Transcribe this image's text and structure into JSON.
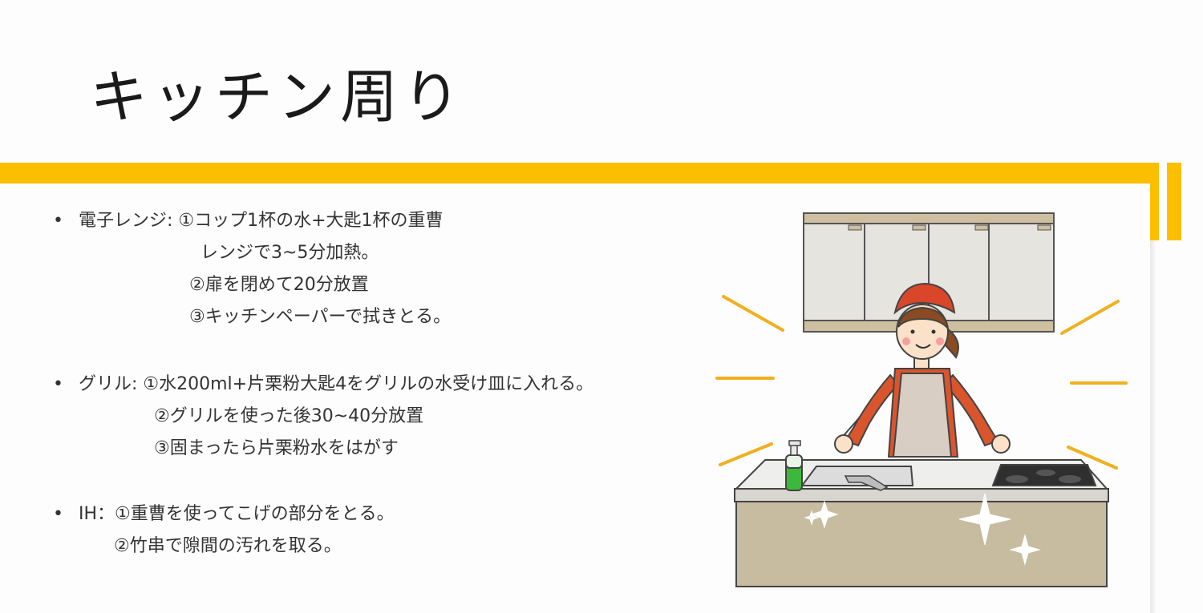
{
  "slide": {
    "title": "キッチン周り"
  },
  "sections": [
    {
      "bullet": "•",
      "lines": [
        "電子レンジ:  ①コップ1杯の水+大匙1杯の重曹",
        "レンジで3~5分加熱。",
        "②扉を閉めて20分放置",
        "③キッチンペーパーで拭きとる。"
      ]
    },
    {
      "bullet": "•",
      "lines": [
        "グリル:  ①水200ml+片栗粉大匙4をグリルの水受け皿に入れる。",
        "②グリルを使った後30~40分放置",
        "③固まったら片栗粉水をはがす"
      ]
    },
    {
      "bullet": "•",
      "lines": [
        "IH：①重曹を使ってこげの部分をとる。",
        "②竹串で隙間の汚れを取る。"
      ]
    }
  ],
  "illustration": {
    "subject": "kitchen-cleaning-illustration",
    "colors": {
      "accent": "#fbbf00",
      "counter": "#c8bca0",
      "cabinet": "#e6e4de",
      "bandana": "#d9462a",
      "sparkle": "#f0b020",
      "bottle": "#3db83a"
    }
  }
}
